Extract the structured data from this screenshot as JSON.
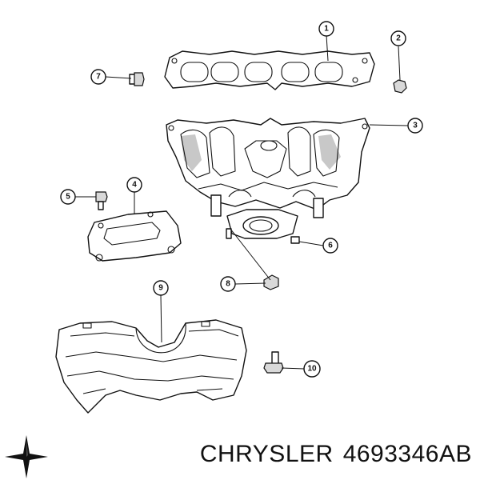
{
  "callouts": [
    "1",
    "2",
    "3",
    "4",
    "5",
    "6",
    "7",
    "8",
    "9",
    "10"
  ],
  "footer": {
    "brand": "CHRYSLER",
    "part_number": "4693346AB",
    "logo_icon": "chrysler-pentastar-icon"
  },
  "colors": {
    "line": "#111111",
    "background": "#ffffff"
  }
}
